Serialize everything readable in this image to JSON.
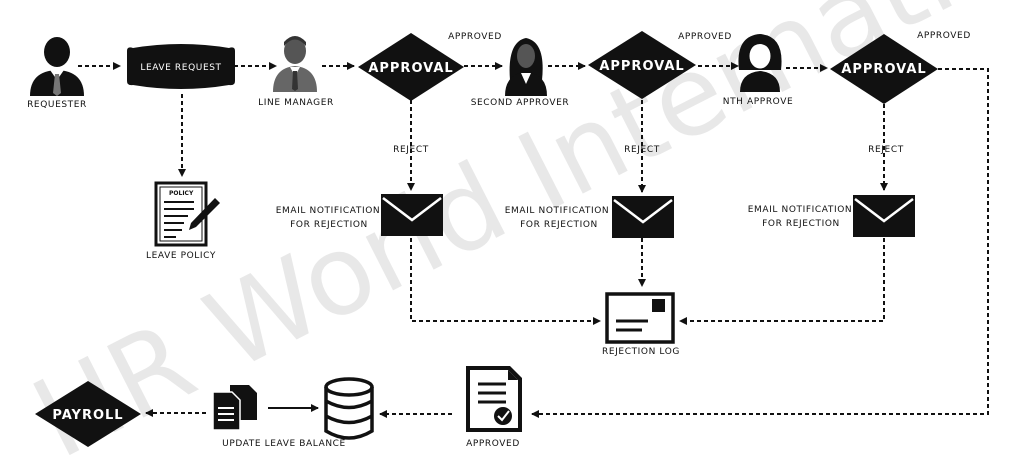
{
  "watermark": "HR World International",
  "nodes": {
    "requester": "REQUESTER",
    "leave_request": "LEAVE REQUEST",
    "line_manager": "LINE MANAGER",
    "leave_policy": "LEAVE POLICY",
    "policy_tag": "POLICY",
    "second_approver": "SECOND APPROVER",
    "nth_approve": "NTH APPROVE",
    "rejection_log": "REJECTION LOG",
    "approved_doc": "APPROVED",
    "update_leave_balance": "UPDATE LEAVE BALANCE",
    "payroll": "PAYROLL"
  },
  "decisions": [
    {
      "label": "APPROVAL",
      "approved": "APPROVED",
      "reject": "REJECT",
      "email_line1": "EMAIL NOTIFICATION",
      "email_line2": "FOR REJECTION"
    },
    {
      "label": "APPROVAL",
      "approved": "APPROVED",
      "reject": "REJECT",
      "email_line1": "EMAIL NOTIFICATION",
      "email_line2": "FOR REJECTION"
    },
    {
      "label": "APPROVAL",
      "approved": "APPROVED",
      "reject": "REJECT",
      "email_line1": "EMAIL NOTIFICATION",
      "email_line2": "FOR REJECTION"
    }
  ]
}
